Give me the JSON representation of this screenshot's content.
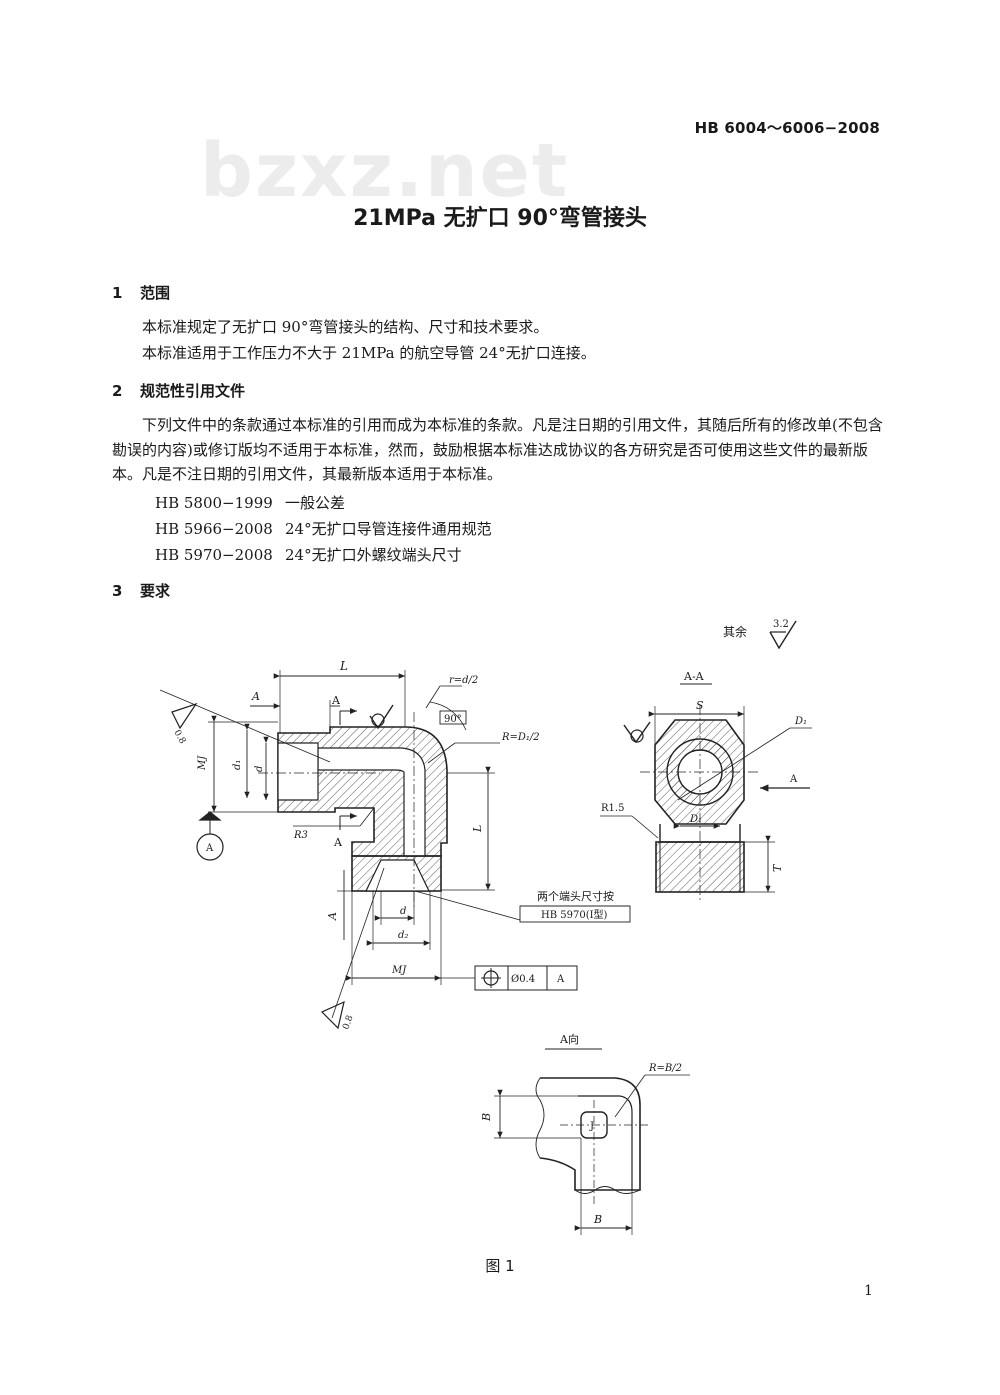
{
  "header": {
    "standard_number": "HB 6004～6006−2008",
    "watermark": "bzxz.net"
  },
  "document": {
    "title": "21MPa 无扩口 90°弯管接头",
    "sections": [
      {
        "number": "1",
        "heading": "范围",
        "paragraphs": [
          "本标准规定了无扩口 90°弯管接头的结构、尺寸和技术要求。",
          "本标准适用于工作压力不大于 21MPa 的航空导管 24°无扩口连接。"
        ]
      },
      {
        "number": "2",
        "heading": "规范性引用文件",
        "paragraph": "下列文件中的条款通过本标准的引用而成为本标准的条款。凡是注日期的引用文件，其随后所有的修改单(不包含勘误的内容)或修订版均不适用于本标准，然而，鼓励根据本标准达成协议的各方研究是否可使用这些文件的最新版本。凡是不注日期的引用文件，其最新版本适用于本标准。",
        "references": [
          {
            "code": "HB 5800−1999",
            "name": "一般公差"
          },
          {
            "code": "HB 5966−2008",
            "name": "24°无扩口导管连接件通用规范"
          },
          {
            "code": "HB 5970−2008",
            "name": "24°无扩口外螺纹端头尺寸"
          }
        ]
      },
      {
        "number": "3",
        "heading": "要求"
      }
    ]
  },
  "figure": {
    "caption": "图 1",
    "labels": {
      "rest_roughness_prefix": "其余",
      "rest_roughness_value": "3.2",
      "dim_L": "L",
      "dim_A": "A",
      "section_marker": "A",
      "r_d2": "r=d/2",
      "angle_90": "90°",
      "R_D1": "R=D₁/2",
      "MJ": "MJ",
      "d1": "d₁",
      "d": "d",
      "d2": "d₂",
      "R3": "R3",
      "roughness_08": "0.8",
      "datum_A": "A",
      "note_line1": "两个端头尺寸按",
      "note_line2": "HB 5970(I型)",
      "position_tol": "Ø0.4",
      "position_datum": "A",
      "section_title": "A-A",
      "dim_S": "S",
      "dim_D1": "D₁",
      "R15": "R1.5",
      "dim_T": "T",
      "view_title": "A向",
      "R_B2": "R=B/2",
      "dim_B": "B",
      "mark_J": "J"
    }
  },
  "footer": {
    "page_number": "1"
  }
}
